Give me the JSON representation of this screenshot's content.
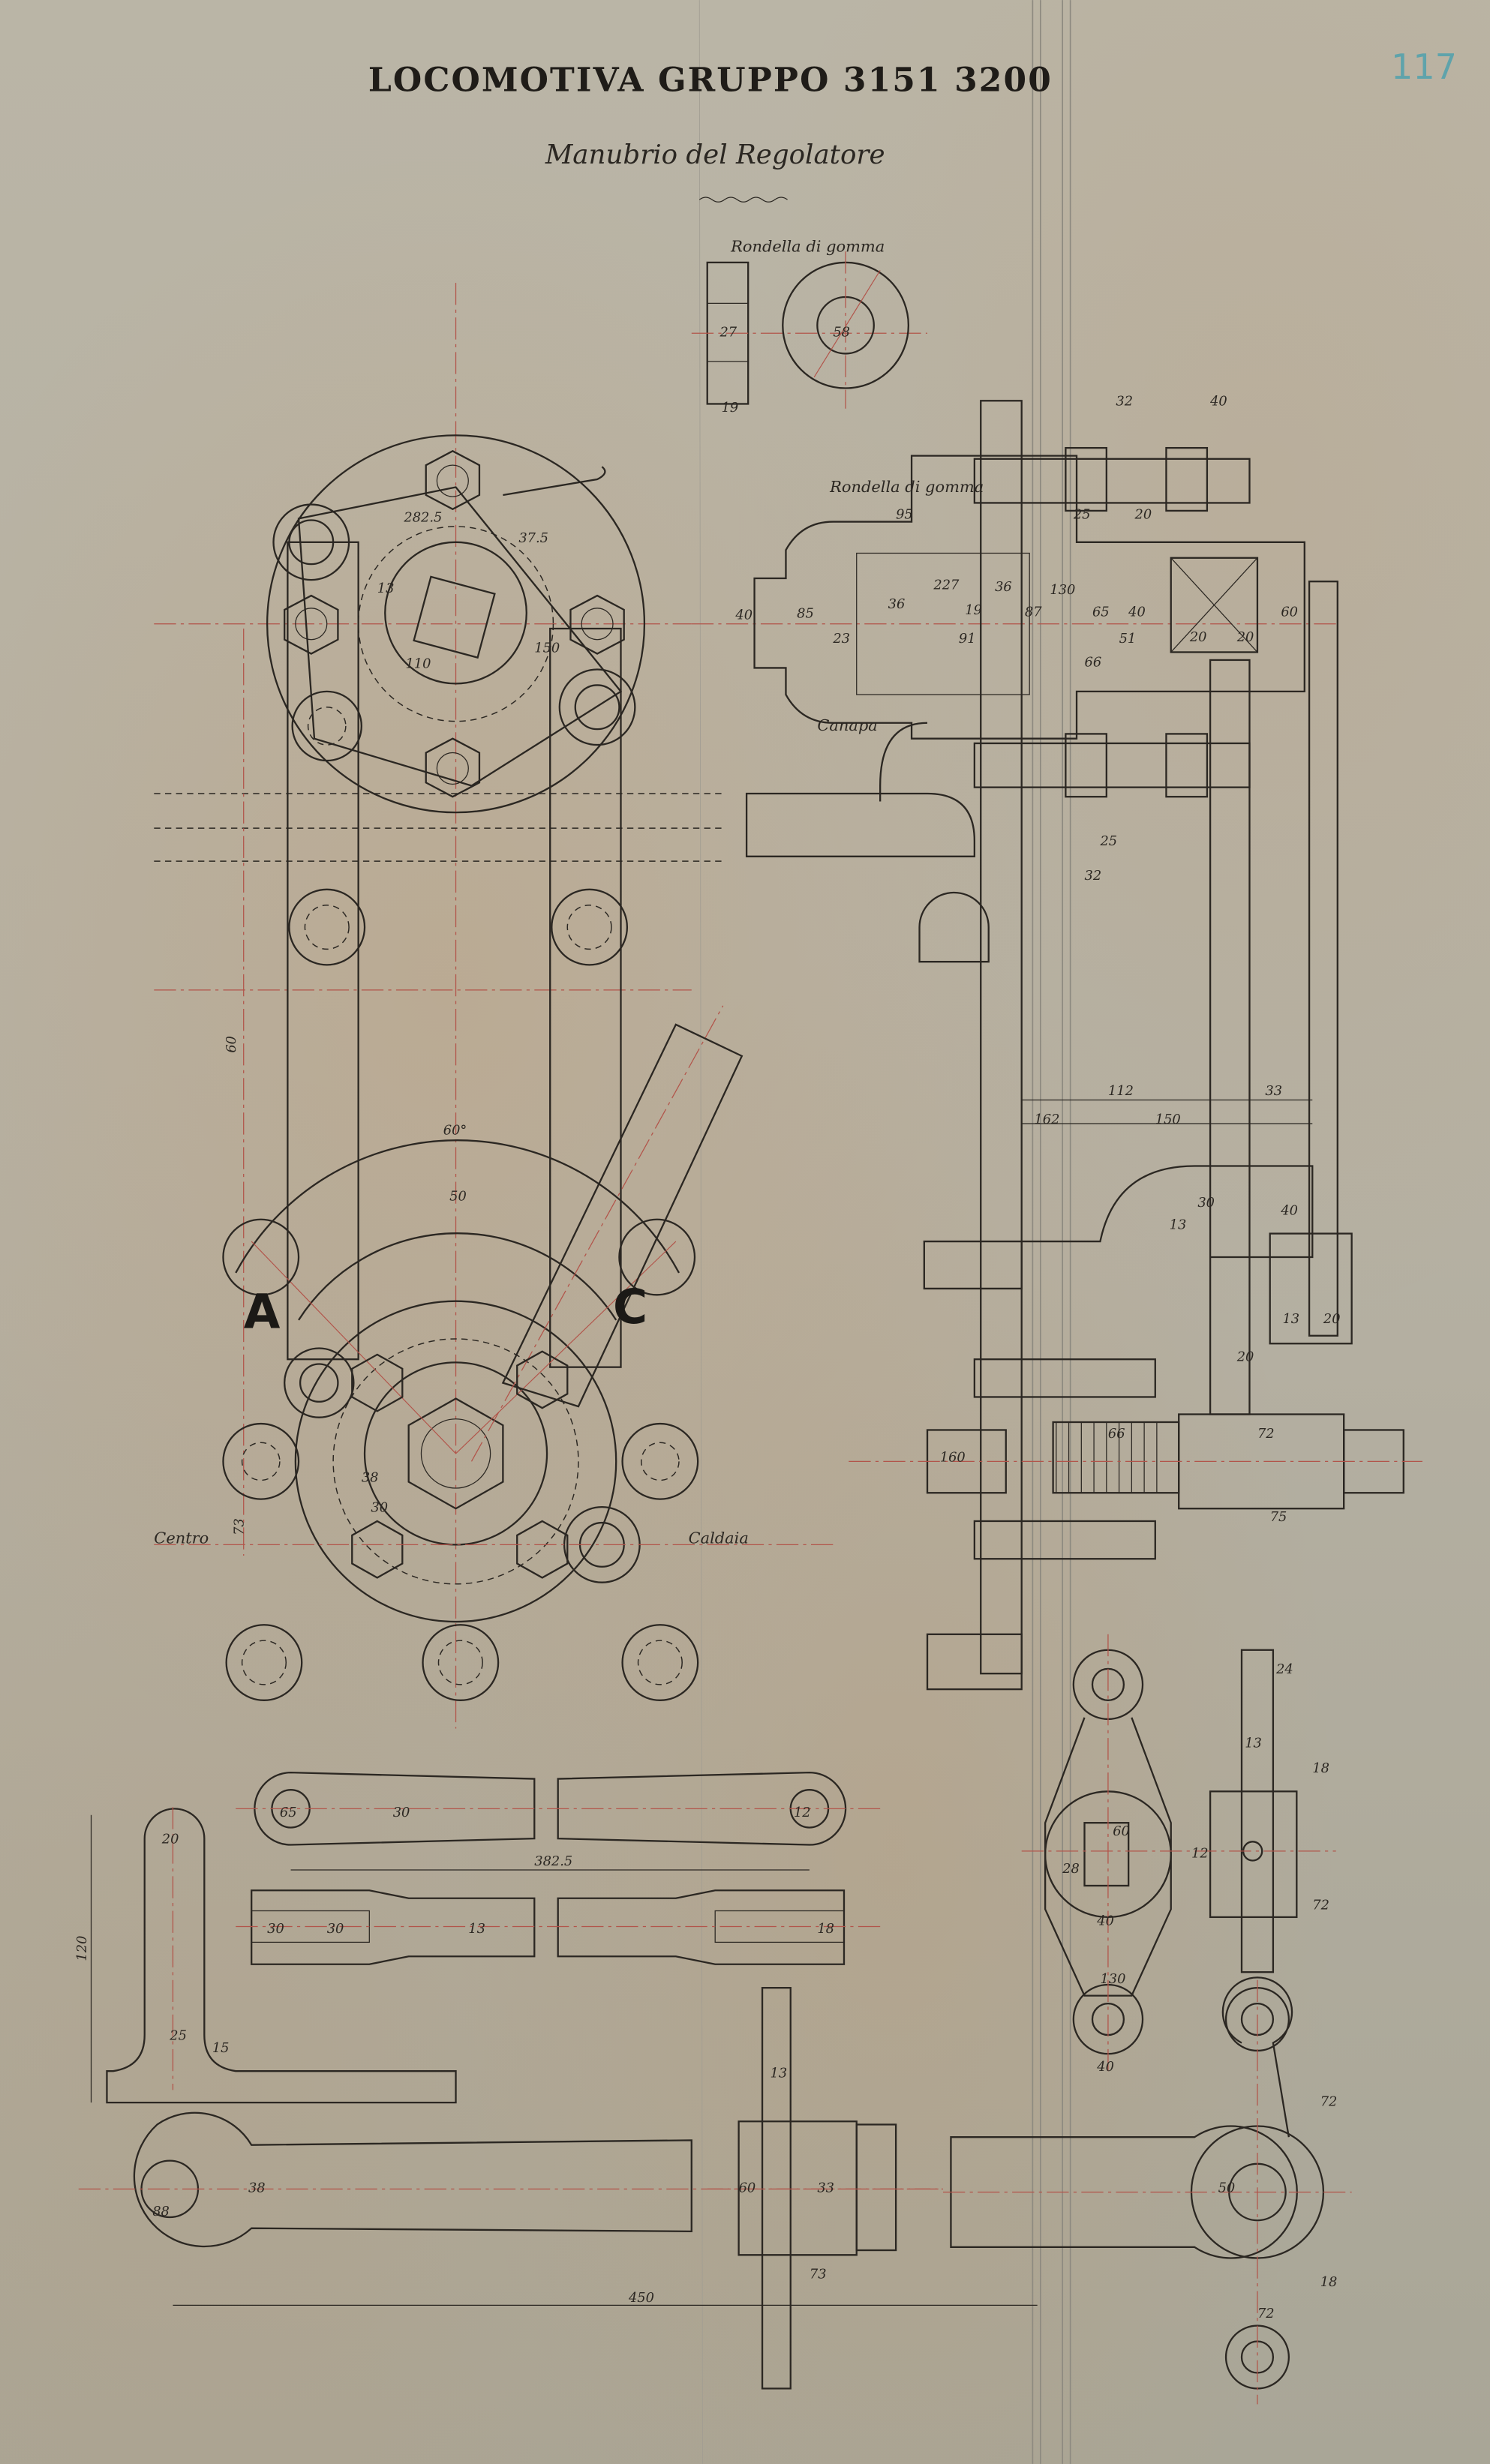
{
  "drawing": {
    "title": "LOCOMOTIVA  GRUPPO 3151  3200",
    "subtitle": "Manubrio del Regolatore",
    "sheet_number": "117",
    "labels": {
      "washer_title": "Rondella di gomma",
      "washer_callout": "Rondella di gomma",
      "hemp": "Canapa",
      "centre": "Centro",
      "boiler": "Caldaia",
      "position_a": "A",
      "position_c": "C",
      "arc_angle": "60°"
    },
    "dims": [
      "27",
      "19",
      "58",
      "95",
      "25",
      "20",
      "85",
      "36",
      "227",
      "19",
      "36",
      "87",
      "130",
      "65",
      "40",
      "60",
      "23",
      "91",
      "51",
      "66",
      "20",
      "20",
      "12",
      "65",
      "32",
      "40",
      "25",
      "32",
      "112",
      "33",
      "162",
      "150",
      "13",
      "30",
      "40",
      "20",
      "13",
      "20",
      "160",
      "66",
      "75",
      "72",
      "282.5",
      "37.5",
      "150",
      "110",
      "13",
      "382.5",
      "30",
      "30",
      "130",
      "13",
      "30",
      "18",
      "120",
      "25",
      "15",
      "450",
      "88",
      "38",
      "60",
      "73",
      "13",
      "33",
      "60",
      "73",
      "30",
      "38",
      "50",
      "72",
      "72",
      "18",
      "24",
      "40",
      "60",
      "28",
      "12"
    ]
  },
  "colors": {
    "paper": "#b7b1a1",
    "ink": "#2b2722",
    "centerline": "#b2544a",
    "pencil": "#5fa3ab"
  }
}
